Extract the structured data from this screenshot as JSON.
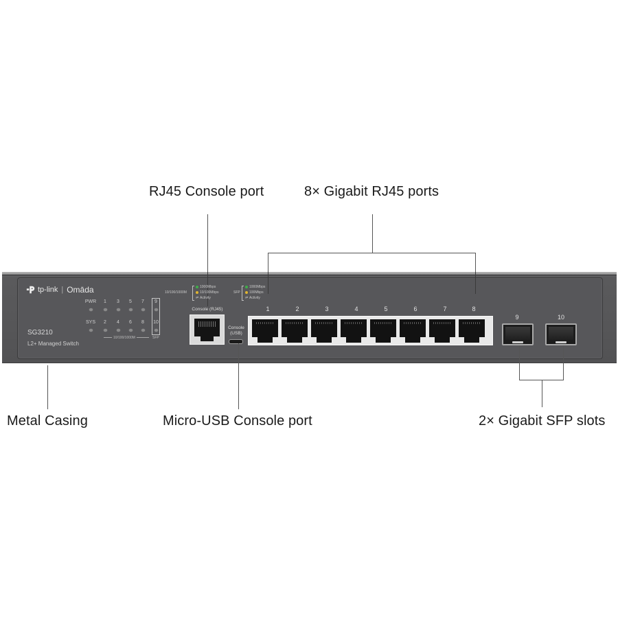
{
  "callouts": {
    "rj45_console": "RJ45 Console port",
    "gigabit_rj45": "8× Gigabit RJ45 ports",
    "metal_casing": "Metal Casing",
    "microusb_console": "Micro-USB Console port",
    "sfp_slots": "2× Gigabit SFP slots"
  },
  "device": {
    "brand": "tp-link",
    "separator": "|",
    "product_line": "Omāda",
    "model": "SG3210",
    "subtitle": "L2+ Managed Switch",
    "body_color": "#58585a",
    "led_labels": {
      "pwr": "PWR",
      "sys": "SYS",
      "top_row": [
        "1",
        "3",
        "5",
        "7",
        "9"
      ],
      "bottom_row": [
        "2",
        "4",
        "6",
        "8",
        "10"
      ],
      "copper_group": "10/100/1000M",
      "sfp_group": "SFP"
    },
    "legend_copper": {
      "group": "10/100/1000M",
      "items": [
        "1000Mbps",
        "10/100Mbps",
        "Activity"
      ],
      "colors": [
        "#3fae49",
        "#e0b530"
      ]
    },
    "legend_sfp": {
      "group": "SFP",
      "items": [
        "1000Mbps",
        "100Mbps",
        "Activity"
      ],
      "colors": [
        "#3fae49",
        "#e0b530"
      ]
    },
    "console_rj45_label": "Console (RJ45)",
    "console_usb_label_1": "Console",
    "console_usb_label_2": "(USB)",
    "rj45_ports": [
      "1",
      "2",
      "3",
      "4",
      "5",
      "6",
      "7",
      "8"
    ],
    "sfp_ports": [
      "9",
      "10"
    ]
  }
}
